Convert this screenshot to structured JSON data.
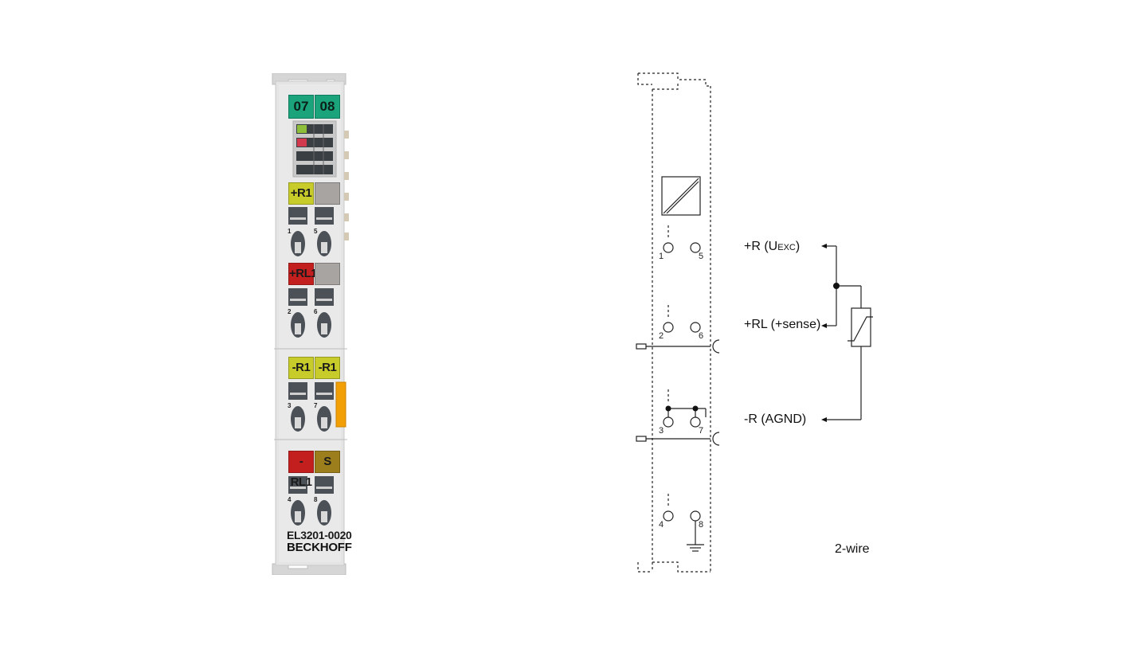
{
  "terminal": {
    "channels": [
      "07",
      "08"
    ],
    "rows": [
      {
        "left": "+R1",
        "right": "",
        "left_color": "#c8cc2a",
        "right_color": "#a7a4a2",
        "pins": [
          "1",
          "5"
        ]
      },
      {
        "left": "+RL1",
        "right": "",
        "left_color": "#c41f1f",
        "right_color": "#a7a4a2",
        "pins": [
          "2",
          "6"
        ]
      },
      {
        "left": "-R1",
        "right": "-R1",
        "left_color": "#c8cc2a",
        "right_color": "#c8cc2a",
        "pins": [
          "3",
          "7"
        ]
      },
      {
        "left": "-RL1",
        "right": "S",
        "left_color": "#c41f1f",
        "right_color": "#9c7f1c",
        "pins": [
          "4",
          "8"
        ]
      }
    ],
    "model": "EL3201-0020",
    "brand": "BECKHOFF",
    "colors": {
      "channel": "#1ba37c",
      "led_green": "#8fbe3a",
      "led_red": "#d2394d",
      "orange": "#f29f05",
      "body": "#e3e3e3"
    }
  },
  "diagram": {
    "pins": [
      "1",
      "5",
      "2",
      "6",
      "3",
      "7",
      "4",
      "8"
    ],
    "labels": {
      "r_plus": "+R (U",
      "r_plus_sub": "EXC",
      "r_plus_close": ")",
      "rl_plus": "+RL (+sense)",
      "r_minus": "-R (AGND)",
      "wiring": "2-wire"
    }
  }
}
